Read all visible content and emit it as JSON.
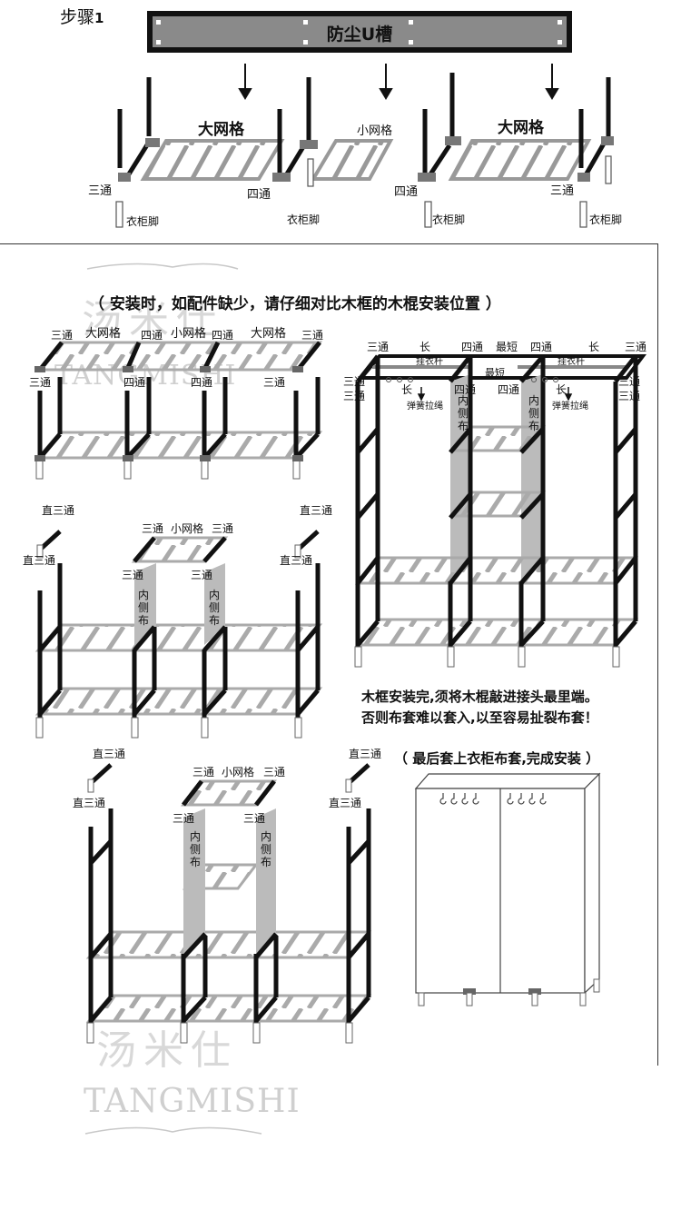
{
  "step": {
    "label": "步骤",
    "number": "1"
  },
  "banner": {
    "title": "防尘U槽"
  },
  "labels": {
    "big_grid": "大网格",
    "small_grid": "小网格",
    "three_way": "三通",
    "four_way": "四通",
    "straight_three_way": "直三通",
    "foot": "衣柜脚",
    "long": "长",
    "shortest": "最短",
    "short": "短",
    "hanging_rod": "挂衣杆",
    "spring_rope": "弹簧拉绳",
    "inner_cloth": [
      "内",
      "侧",
      "布"
    ]
  },
  "notes": {
    "missing_parts": "（ 安装时，如配件缺少，请仔细对比木框的木棍安装位置 ）",
    "frame_done_1": "木框安装完,须将木棍敲进接头最里端。",
    "frame_done_2": "否则布套难以套入,以至容易扯裂布套！",
    "final": "（ 最后套上衣柜布套,完成安装 ）"
  },
  "watermark": {
    "cn": "汤米仕",
    "en": "TANGMISHI"
  }
}
